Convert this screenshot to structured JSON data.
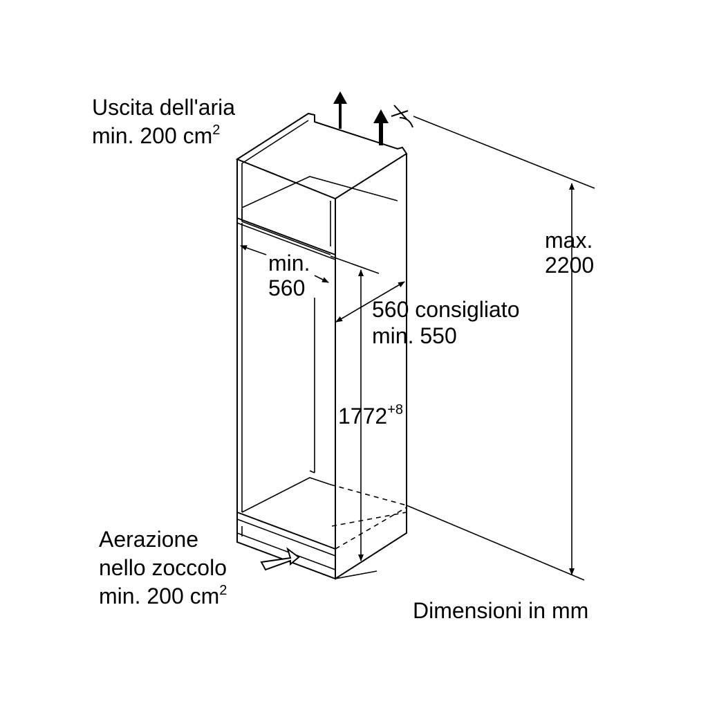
{
  "labels": {
    "air_outlet_line1": "Uscita dell'aria",
    "air_outlet_line2": "min. 200 cm",
    "air_outlet_sup": "2",
    "depth_min_line1": "min.",
    "depth_min_line2": "560",
    "width_line1": "560 consigliato",
    "width_line2": "min. 550",
    "height_value": "1772",
    "height_tolerance": "+8",
    "max_line1": "max.",
    "max_line2": "2200",
    "plinth_line1": "Aerazione",
    "plinth_line2": "nello zoccolo",
    "plinth_line3": "min. 200 cm",
    "plinth_sup": "2",
    "units_caption": "Dimensioni in mm"
  },
  "icons": [
    "air-up-arrow-icon",
    "air-up-arrow-icon",
    "tilt-symbol-icon",
    "air-in-arrow-icon"
  ]
}
